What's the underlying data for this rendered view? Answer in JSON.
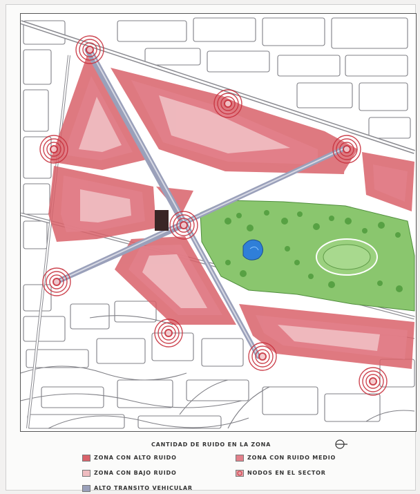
{
  "legend": {
    "title": "CANTIDAD DE RUIDO EN LA ZONA",
    "items": [
      {
        "label": "ZONA CON ALTO RUIDO",
        "color": "#d9626a"
      },
      {
        "label": "ZONA CON RUIDO MEDIO",
        "color": "#e2808a"
      },
      {
        "label": "ZONA CON BAJO RUIDO",
        "color": "#efbcc0"
      },
      {
        "label": "NODOS EN EL SECTOR",
        "color": "#d23a46"
      },
      {
        "label": "ALTO TRANSITO VEHICULAR",
        "color": "#9aa0ba"
      }
    ]
  },
  "colors": {
    "high_noise": "#d9626a",
    "medium_noise": "#e2808a",
    "low_noise": "#efbcc0",
    "node": "#c8323e",
    "traffic": "#9aa0ba",
    "park": "#8ac66e",
    "water": "#2f7fd8",
    "street_lines": "#7f7f85"
  }
}
